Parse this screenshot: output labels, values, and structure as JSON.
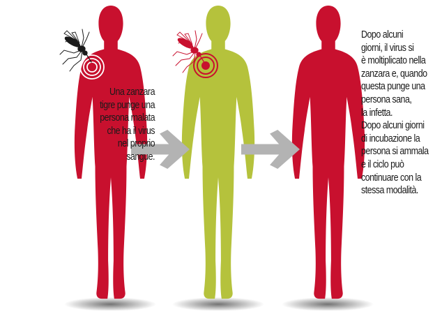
{
  "left_caption": [
    "Una zanzara",
    "tigre punge una",
    "persona malata",
    "che ha il virus",
    "nel proprio",
    "sangue."
  ],
  "right_caption": [
    "Dopo alcuni",
    "giorni, il virus si",
    "è moltiplicato nella",
    "zanzara e, quando",
    "questa punge una",
    "persona sana,",
    "la infetta.",
    "Dopo alcuni giorni",
    "di incubazione la",
    "persona si ammala",
    "e il ciclo può",
    "continuare con la",
    "stessa modalità."
  ],
  "colors": {
    "sick_person": "#c8102e",
    "healthy_person": "#b5c23c",
    "arrow": "#b3b3b3",
    "mosquito_healthy": "#1a1a1a",
    "mosquito_infected": "#c8102e",
    "bite_ring_white": "#ffffff",
    "bite_ring_red": "#c8102e"
  },
  "figures": [
    {
      "name": "sick-person-left",
      "state": "sick"
    },
    {
      "name": "healthy-person-middle",
      "state": "healthy"
    },
    {
      "name": "sick-person-right",
      "state": "sick"
    }
  ],
  "icons": [
    "mosquito-icon",
    "infected-mosquito-icon",
    "bite-target-icon",
    "arrow-right-icon"
  ]
}
